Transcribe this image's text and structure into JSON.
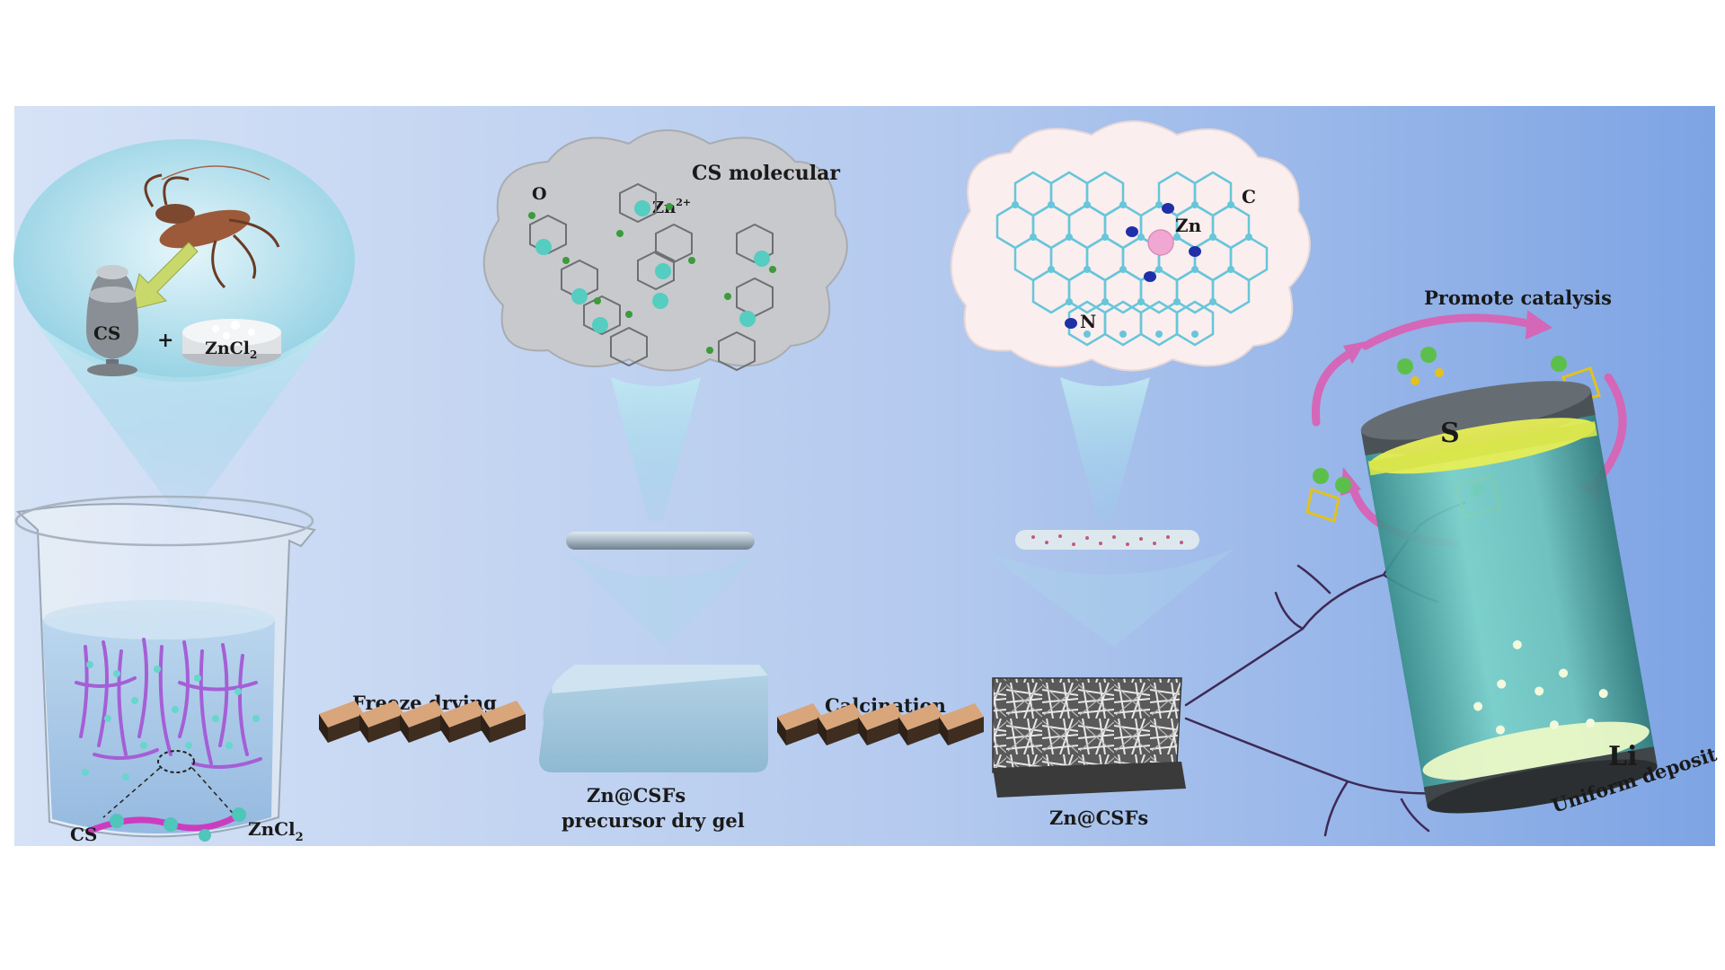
{
  "beaker": {
    "cs_powder_label": "CS",
    "plus_sign": "+",
    "zncl2_label": "ZnCl",
    "zncl2_subscript": "2",
    "chain_left_label": "CS",
    "chain_right_label": "ZnCl",
    "chain_right_subscript": "2"
  },
  "cs_cloud": {
    "title": "CS molecular",
    "oxygen_label": "O",
    "zinc_ion_label": "Zn",
    "zinc_ion_charge": "2+"
  },
  "carbon_cloud": {
    "carbon_label": "C",
    "zinc_label": "Zn",
    "nitrogen_label": "N"
  },
  "steps": {
    "freeze_drying": "Freeze drying",
    "calcination": "Calcination"
  },
  "products": {
    "precursor_line1": "Zn@CSFs",
    "precursor_line2": "precursor dry gel",
    "fiber_label": "Zn@CSFs"
  },
  "battery": {
    "promote": "Promote catalysis",
    "sulfur": "S",
    "lithium": "Li",
    "uniform": "Uniform deposit"
  },
  "colors": {
    "panel_left": "#d4e1f5",
    "panel_right": "#7fa5e4",
    "cyan_atom": "#54c9d9",
    "chain": "#c23fc1",
    "nitrogen": "#1f2fa8",
    "zinc": "#f2a3cf",
    "green_atom": "#5cbf4c",
    "sulfur_atom": "#e3c21c",
    "arrow": "#d46ab8"
  }
}
